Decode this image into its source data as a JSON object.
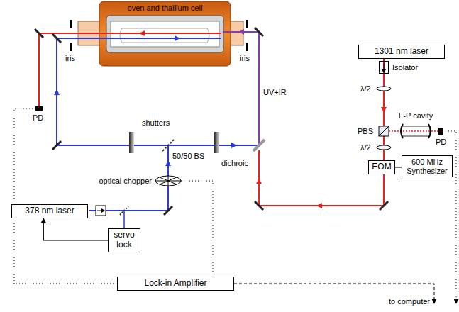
{
  "diagram": {
    "nodes": [
      {
        "text": [
          "oven and thallium cell"
        ]
      },
      {
        "text": [
          "1301 nm laser"
        ]
      },
      {
        "text": [
          "Isolator"
        ]
      },
      {
        "text": [
          "F-P cavity"
        ]
      },
      {
        "text": [
          "EOM"
        ]
      },
      {
        "text": [
          "600 MHz Synthesizer"
        ]
      },
      {
        "text": [
          "378 nm laser"
        ]
      },
      {
        "text": [
          "servo lock"
        ]
      },
      {
        "text": [
          "Lock-in Amplifier"
        ]
      }
    ],
    "edges": [
      {
        "from": 5,
        "to": 4,
        "arrow": "none"
      },
      {
        "from": 7,
        "to": 6,
        "arrow": "to"
      }
    ],
    "labels": [
      "iris",
      "iris",
      "UV+IR",
      "PD",
      "shutters",
      "50/50 BS",
      "optical chopper",
      "dichroic",
      "λ/2",
      "PBS",
      "λ/2",
      "PD",
      "to computer"
    ]
  }
}
